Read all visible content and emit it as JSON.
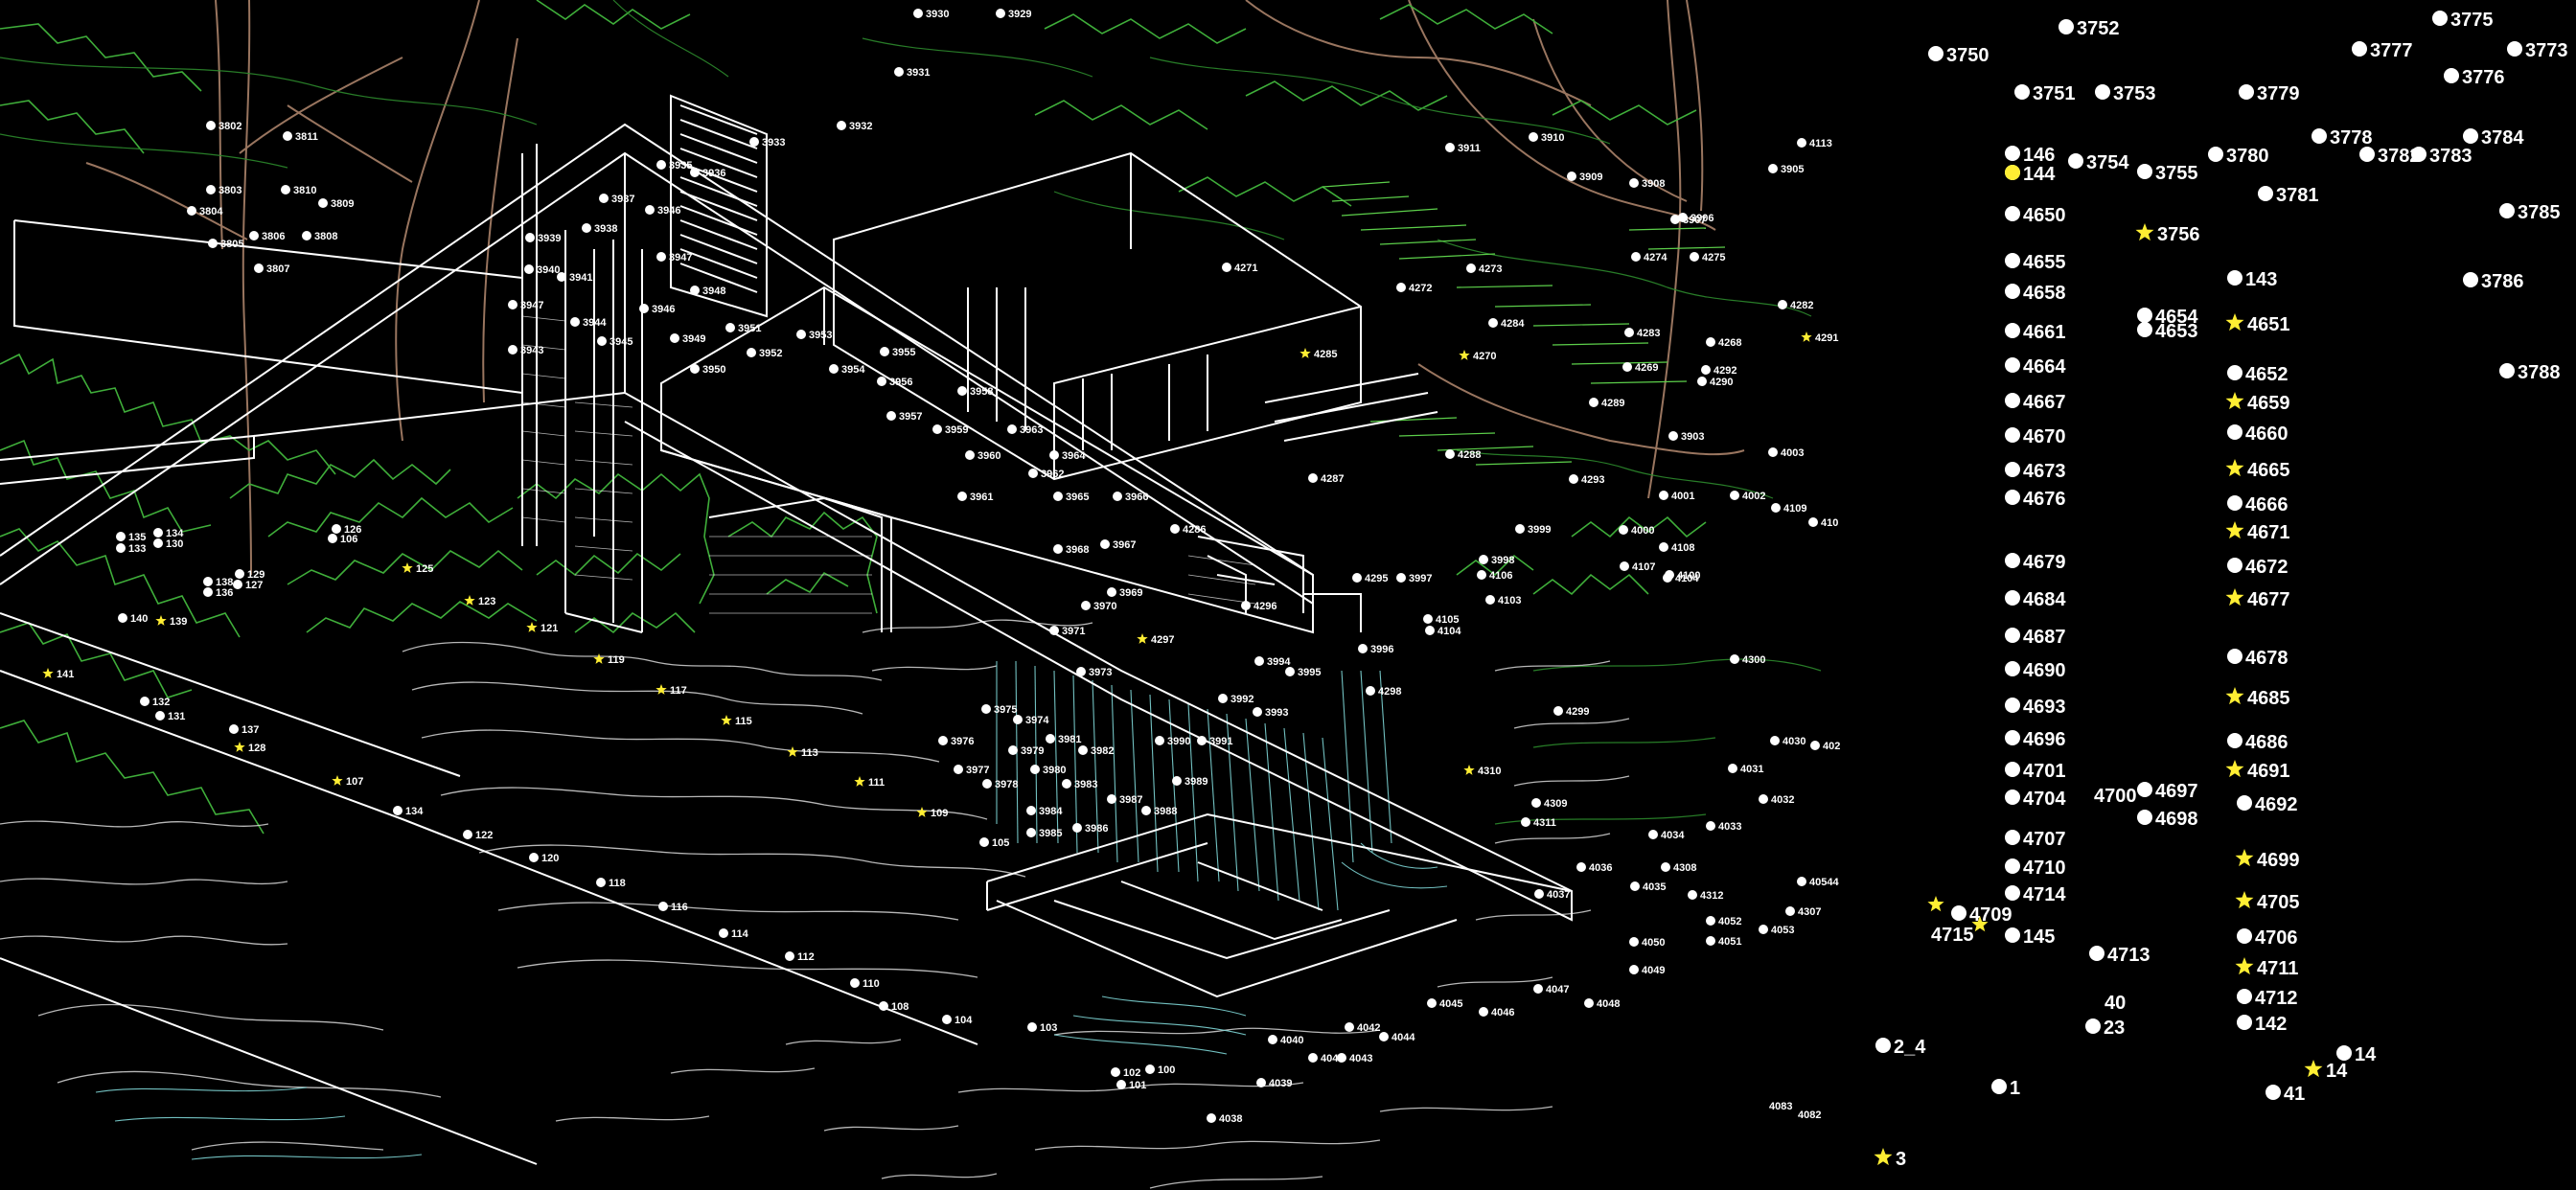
{
  "colors": {
    "background": "#000000",
    "building_line": "#ffffff",
    "rock_line": "#d8d8d8",
    "foliage": "#3fae3a",
    "contour": "#2c8a2c",
    "grass": "#5ccf4a",
    "trunk": "#b48a70",
    "water": "#7fd6d6",
    "point": "#ffffff",
    "star": "#ffee33",
    "label": "#ffffff"
  },
  "left_panel": {
    "dots": [
      [
        "3930",
        958,
        14
      ],
      [
        "3929",
        1044,
        14
      ],
      [
        "3931",
        938,
        75
      ],
      [
        "3932",
        878,
        131
      ],
      [
        "3933",
        787,
        148
      ],
      [
        "3802",
        220,
        131
      ],
      [
        "3811",
        300,
        142
      ],
      [
        "3803",
        220,
        198
      ],
      [
        "3810",
        298,
        198
      ],
      [
        "3809",
        337,
        212
      ],
      [
        "3804",
        200,
        220
      ],
      [
        "3806",
        265,
        246
      ],
      [
        "3808",
        320,
        246
      ],
      [
        "3805",
        222,
        254
      ],
      [
        "3807",
        270,
        280
      ],
      [
        "3937",
        630,
        207
      ],
      [
        "3936",
        725,
        180
      ],
      [
        "3935",
        690,
        172
      ],
      [
        "3938",
        612,
        238
      ],
      [
        "3946",
        678,
        219
      ],
      [
        "3939",
        553,
        248
      ],
      [
        "3947",
        690,
        268
      ],
      [
        "3940",
        552,
        281
      ],
      [
        "3941",
        586,
        289
      ],
      [
        "3948",
        725,
        303
      ],
      [
        "3947",
        535,
        318
      ],
      [
        "3944",
        600,
        336
      ],
      [
        "3946",
        672,
        322
      ],
      [
        "3951",
        762,
        342
      ],
      [
        "3945",
        628,
        356
      ],
      [
        "3949",
        704,
        353
      ],
      [
        "3953",
        836,
        349
      ],
      [
        "3943",
        535,
        365
      ],
      [
        "3952",
        784,
        368
      ],
      [
        "3955",
        923,
        367
      ],
      [
        "3950",
        725,
        385
      ],
      [
        "3954",
        870,
        385
      ],
      [
        "3956",
        920,
        398
      ],
      [
        "3958",
        1004,
        408
      ],
      [
        "3957",
        930,
        434
      ],
      [
        "3959",
        978,
        448
      ],
      [
        "3963",
        1056,
        448
      ],
      [
        "3960",
        1012,
        475
      ],
      [
        "3964",
        1100,
        475
      ],
      [
        "3962",
        1078,
        494
      ],
      [
        "3961",
        1004,
        518
      ],
      [
        "3965",
        1104,
        518
      ],
      [
        "3966",
        1166,
        518
      ],
      [
        "4286",
        1226,
        552
      ],
      [
        "3968",
        1104,
        573
      ],
      [
        "3967",
        1153,
        568
      ],
      [
        "3969",
        1160,
        618
      ],
      [
        "3970",
        1133,
        632
      ],
      [
        "3971",
        1100,
        658
      ],
      [
        "4271",
        1280,
        279
      ],
      [
        "4272",
        1462,
        300
      ],
      [
        "4273",
        1535,
        280
      ],
      [
        "4284",
        1558,
        337
      ],
      [
        "4270",
        0,
        0
      ],
      [
        "4288",
        1513,
        474
      ],
      [
        "4287",
        1370,
        499
      ],
      [
        "4289",
        1663,
        420
      ],
      [
        "4283",
        1700,
        347
      ],
      [
        "4269",
        1698,
        383
      ],
      [
        "4293",
        1642,
        500
      ],
      [
        "3910",
        1600,
        143
      ],
      [
        "3911",
        1513,
        154
      ],
      [
        "3909",
        1640,
        184
      ],
      [
        "3908",
        1705,
        191
      ],
      [
        "3907",
        1748,
        229
      ],
      [
        "4274",
        1707,
        268
      ],
      [
        "3999",
        1586,
        552
      ],
      [
        "4000",
        1694,
        553
      ],
      [
        "4001",
        1736,
        517
      ],
      [
        "4108",
        1736,
        571
      ],
      [
        "4107",
        1695,
        591
      ],
      [
        "4104",
        1740,
        603
      ],
      [
        "3998",
        1548,
        584
      ],
      [
        "3997",
        1462,
        603
      ],
      [
        "4295",
        1416,
        603
      ],
      [
        "4106",
        1546,
        600
      ],
      [
        "4103",
        1555,
        626
      ],
      [
        "4105",
        1490,
        646
      ],
      [
        "4104",
        1492,
        658
      ],
      [
        "4296",
        1300,
        632
      ],
      [
        "3996",
        1422,
        677
      ],
      [
        "3994",
        1314,
        690
      ],
      [
        "3995",
        1346,
        701
      ],
      [
        "4298",
        1430,
        721
      ],
      [
        "3992",
        1276,
        729
      ],
      [
        "3993",
        1312,
        743
      ],
      [
        "3973",
        1128,
        701
      ],
      [
        "3975",
        1029,
        740
      ],
      [
        "3974",
        1062,
        751
      ],
      [
        "3976",
        984,
        773
      ],
      [
        "3981",
        1096,
        771
      ],
      [
        "3982",
        1130,
        783
      ],
      [
        "3990",
        1210,
        773
      ],
      [
        "3991",
        1254,
        773
      ],
      [
        "3979",
        1057,
        783
      ],
      [
        "3977",
        1000,
        803
      ],
      [
        "3980",
        1080,
        803
      ],
      [
        "3983",
        1113,
        818
      ],
      [
        "3989",
        1228,
        815
      ],
      [
        "3978",
        1030,
        818
      ],
      [
        "3987",
        1160,
        834
      ],
      [
        "3984",
        1076,
        846
      ],
      [
        "3988",
        1196,
        846
      ],
      [
        "3986",
        1124,
        864
      ],
      [
        "3985",
        1076,
        869
      ],
      [
        "105",
        1027,
        879
      ],
      [
        "4299",
        1626,
        742
      ],
      [
        "4300",
        1810,
        688
      ],
      [
        "4309",
        1603,
        838
      ],
      [
        "4311",
        1592,
        858
      ],
      [
        "4036",
        1650,
        905
      ],
      [
        "4308",
        1738,
        905
      ],
      [
        "4034",
        1725,
        871
      ],
      [
        "4033",
        1785,
        862
      ],
      [
        "4035",
        1706,
        925
      ],
      [
        "4312",
        1766,
        934
      ],
      [
        "4307",
        1868,
        951
      ],
      [
        "40544",
        1880,
        920
      ],
      [
        "4052",
        1785,
        961
      ],
      [
        "4053",
        1840,
        970
      ],
      [
        "4050",
        1705,
        983
      ],
      [
        "4051",
        1785,
        982
      ],
      [
        "4049",
        1705,
        1012
      ],
      [
        "4047",
        1605,
        1032
      ],
      [
        "4048",
        1658,
        1047
      ],
      [
        "4046",
        1548,
        1056
      ],
      [
        "4045",
        1494,
        1047
      ],
      [
        "4042",
        1408,
        1072
      ],
      [
        "4044",
        1444,
        1082
      ],
      [
        "4043",
        1400,
        1104
      ],
      [
        "4040",
        1328,
        1085
      ],
      [
        "4041",
        1370,
        1104
      ],
      [
        "4039",
        1316,
        1130
      ],
      [
        "4038",
        1264,
        1167
      ],
      [
        "4037",
        1606,
        933
      ],
      [
        "4003",
        1850,
        472
      ],
      [
        "4002",
        1810,
        517
      ],
      [
        "4109",
        1853,
        530
      ],
      [
        "410",
        1892,
        545
      ],
      [
        "4100",
        1742,
        600
      ],
      [
        "4030",
        1852,
        773
      ],
      [
        "402",
        1894,
        778
      ],
      [
        "4031",
        1808,
        802
      ],
      [
        "4032",
        1840,
        834
      ],
      [
        "4113",
        1880,
        149
      ],
      [
        "3905",
        1850,
        176
      ],
      [
        "3906",
        1756,
        227
      ],
      [
        "4275",
        1768,
        268
      ],
      [
        "4282",
        1860,
        318
      ],
      [
        "4268",
        1785,
        357
      ],
      [
        "4292",
        1780,
        386
      ],
      [
        "4290",
        1776,
        398
      ],
      [
        "3903",
        1746,
        455
      ],
      [
        "135",
        126,
        560
      ],
      [
        "133",
        126,
        572
      ],
      [
        "134",
        165,
        556
      ],
      [
        "130",
        165,
        567
      ],
      [
        "126",
        351,
        552
      ],
      [
        "106",
        347,
        562
      ],
      [
        "138",
        217,
        607
      ],
      [
        "136",
        217,
        618
      ],
      [
        "129",
        250,
        599
      ],
      [
        "127",
        248,
        610
      ],
      [
        "140",
        128,
        645
      ],
      [
        "132",
        151,
        732
      ],
      [
        "131",
        167,
        747
      ],
      [
        "137",
        244,
        761
      ],
      [
        "134",
        415,
        846
      ],
      [
        "122",
        488,
        871
      ],
      [
        "120",
        557,
        895
      ],
      [
        "118",
        627,
        921
      ],
      [
        "116",
        692,
        946
      ],
      [
        "114",
        755,
        974
      ],
      [
        "112",
        824,
        998
      ],
      [
        "110",
        892,
        1026
      ],
      [
        "108",
        922,
        1050
      ],
      [
        "104",
        988,
        1064
      ],
      [
        "103",
        1077,
        1072
      ],
      [
        "102",
        1164,
        1119
      ],
      [
        "101",
        1170,
        1132
      ],
      [
        "100",
        1200,
        1116
      ]
    ],
    "stars": [
      [
        "4285",
        1362,
        369
      ],
      [
        "4270",
        1528,
        371
      ],
      [
        "4291",
        1885,
        352
      ],
      [
        "4297",
        1192,
        667
      ],
      [
        "4310",
        1533,
        804
      ],
      [
        "125",
        425,
        593
      ],
      [
        "123",
        490,
        627
      ],
      [
        "121",
        555,
        655
      ],
      [
        "139",
        168,
        648
      ],
      [
        "141",
        50,
        703
      ],
      [
        "119",
        625,
        688
      ],
      [
        "117",
        690,
        720
      ],
      [
        "115",
        758,
        752
      ],
      [
        "113",
        827,
        785
      ],
      [
        "111",
        897,
        816
      ],
      [
        "109",
        962,
        848
      ],
      [
        "128",
        250,
        780
      ],
      [
        "107",
        352,
        815
      ]
    ]
  },
  "right_panel": {
    "dots": [
      [
        "3752",
        2156,
        28
      ],
      [
        "3750",
        2020,
        56
      ],
      [
        "3775",
        2546,
        19
      ],
      [
        "3777",
        2462,
        51
      ],
      [
        "3773",
        2624,
        51
      ],
      [
        "3776",
        2558,
        79
      ],
      [
        "3751",
        2110,
        96
      ],
      [
        "3753",
        2194,
        96
      ],
      [
        "3779",
        2344,
        96
      ],
      [
        "3778",
        2420,
        142
      ],
      [
        "3784",
        2578,
        142
      ],
      [
        "3782",
        2470,
        161
      ],
      [
        "3783",
        2524,
        161
      ],
      [
        "3780",
        2312,
        161
      ],
      [
        "146",
        2100,
        160
      ],
      [
        "3754",
        2166,
        168
      ],
      [
        "3755",
        2238,
        179
      ],
      [
        "144",
        2100,
        180
      ],
      [
        "3781",
        2364,
        202
      ],
      [
        "3785",
        2616,
        220
      ],
      [
        "4650",
        2100,
        223
      ],
      [
        "4655",
        2100,
        272
      ],
      [
        "143",
        2332,
        290
      ],
      [
        "3786",
        2578,
        292
      ],
      [
        "4658",
        2100,
        304
      ],
      [
        "4654",
        2238,
        329
      ],
      [
        "4653",
        2238,
        344
      ],
      [
        "4661",
        2100,
        345
      ],
      [
        "4664",
        2100,
        381
      ],
      [
        "4652",
        2332,
        389
      ],
      [
        "3788",
        2616,
        387
      ],
      [
        "4667",
        2100,
        418
      ],
      [
        "4670",
        2100,
        454
      ],
      [
        "4660",
        2332,
        451
      ],
      [
        "4673",
        2100,
        490
      ],
      [
        "4676",
        2100,
        519
      ],
      [
        "4666",
        2332,
        525
      ],
      [
        "4679",
        2100,
        585
      ],
      [
        "4672",
        2332,
        590
      ],
      [
        "4684",
        2100,
        624
      ],
      [
        "4687",
        2100,
        663
      ],
      [
        "4678",
        2332,
        685
      ],
      [
        "4690",
        2100,
        698
      ],
      [
        "4693",
        2100,
        736
      ],
      [
        "4686",
        2332,
        773
      ],
      [
        "4696",
        2100,
        770
      ],
      [
        "4701",
        2100,
        803
      ],
      [
        "4697",
        2238,
        824
      ],
      [
        "4704",
        2100,
        832
      ],
      [
        "4692",
        2342,
        838
      ],
      [
        "4698",
        2238,
        853
      ],
      [
        "4707",
        2100,
        874
      ],
      [
        "4710",
        2100,
        904
      ],
      [
        "4714",
        2100,
        932
      ],
      [
        "4706",
        2342,
        977
      ],
      [
        "4709",
        2044,
        953
      ],
      [
        "145",
        2100,
        976
      ],
      [
        "4713",
        2188,
        995
      ],
      [
        "4712",
        2342,
        1040
      ],
      [
        "23",
        2184,
        1071
      ],
      [
        "142",
        2342,
        1067
      ],
      [
        "1",
        2086,
        1134
      ],
      [
        "41",
        2372,
        1140
      ],
      [
        "2_4",
        1965,
        1091
      ],
      [
        "14",
        2446,
        1099
      ]
    ],
    "stars": [
      [
        "3756",
        2238,
        243
      ],
      [
        "4651",
        2332,
        337
      ],
      [
        "4659",
        2332,
        419
      ],
      [
        "4665",
        2332,
        489
      ],
      [
        "4671",
        2332,
        554
      ],
      [
        "4677",
        2332,
        624
      ],
      [
        "4685",
        2332,
        727
      ],
      [
        "4691",
        2332,
        803
      ],
      [
        "4699",
        2342,
        896
      ],
      [
        "4705",
        2342,
        940
      ],
      [
        "4711",
        2342,
        1009
      ],
      [
        "3",
        1965,
        1208
      ],
      [
        "14",
        2414,
        1116
      ]
    ],
    "free_labels": [
      [
        "4700",
        2185,
        837
      ],
      [
        "4715",
        2015,
        982
      ],
      [
        "40",
        2196,
        1053
      ],
      [
        "4083",
        1846,
        1158
      ],
      [
        "4082",
        1876,
        1167
      ]
    ],
    "special_stars": [
      [
        2020,
        944
      ],
      [
        2066,
        965
      ]
    ],
    "yellow_dot": [
      2100,
      180
    ]
  }
}
